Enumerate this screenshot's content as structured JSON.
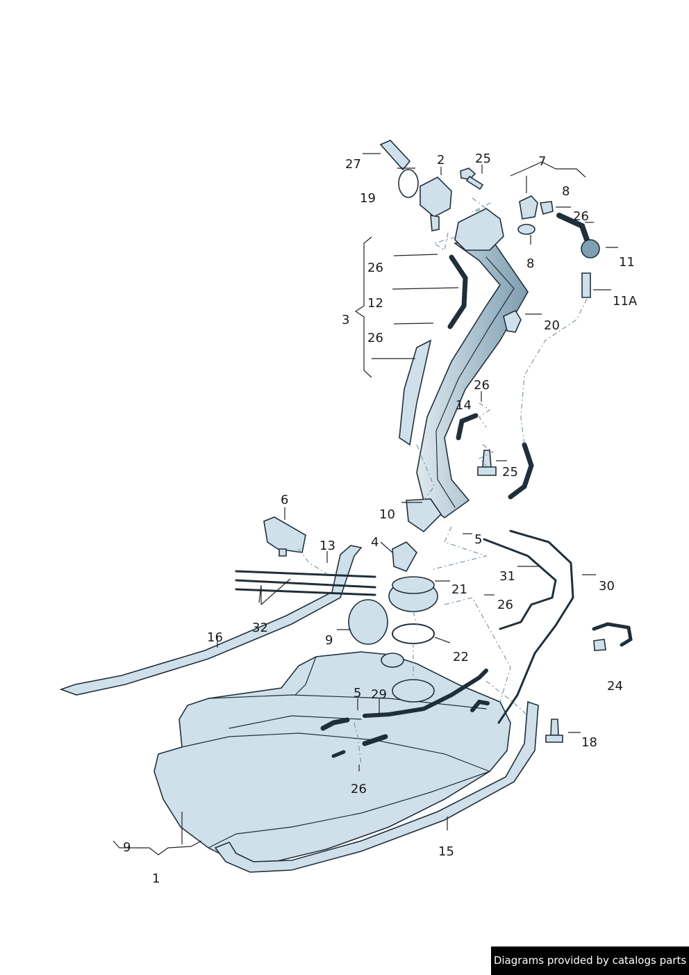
{
  "labels": {
    "l1": "1",
    "l2": "2",
    "l3": "3",
    "l4": "4",
    "l5a": "5",
    "l5b": "5",
    "l6": "6",
    "l7": "7",
    "l8a": "8",
    "l8b": "8",
    "l9a": "9",
    "l9b": "9",
    "l10": "10",
    "l11": "11",
    "l11a": "11A",
    "l12": "12",
    "l13": "13",
    "l14": "14",
    "l15": "15",
    "l16": "16",
    "l18": "18",
    "l19": "19",
    "l20": "20",
    "l21": "21",
    "l22": "22",
    "l24": "24",
    "l25a": "25",
    "l25b": "25",
    "l26a": "26",
    "l26b": "26",
    "l26c": "26",
    "l26d": "26",
    "l26e": "26",
    "l26f": "26",
    "l27": "27",
    "l29": "29",
    "l30": "30",
    "l31": "31",
    "l32": "32"
  },
  "credit": "Diagrams provided by catalogs parts",
  "colors": {
    "part_fill": "#cfe0ea",
    "part_shade": "#7f9fb2",
    "outline": "#1f2f3a",
    "leader": "#222222",
    "phantom": "#6f8fa3"
  }
}
